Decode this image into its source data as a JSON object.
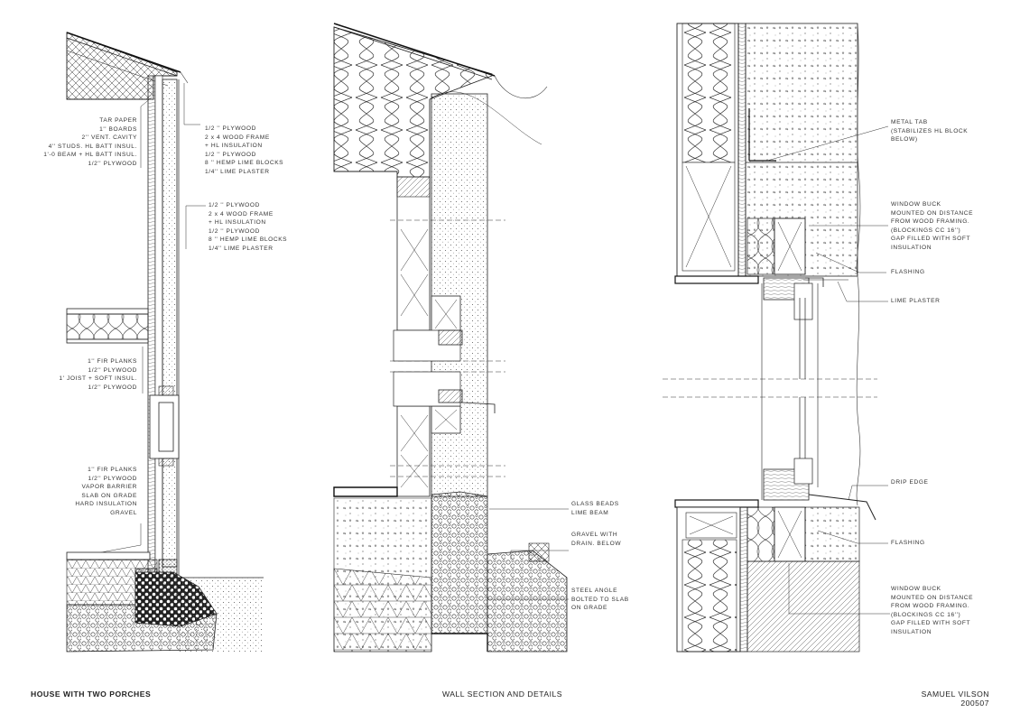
{
  "footer": {
    "project": "HOUSE WITH TWO PORCHES",
    "sheet_title": "WALL SECTION AND DETAILS",
    "author": "SAMUEL VILSON",
    "number": "200507"
  },
  "annotations": {
    "roof_layers": [
      "TAR PAPER",
      "1'' BOARDS",
      "2'' VENT. CAVITY",
      "4'' STUDS. HL BATT INSUL.",
      "1'-0 BEAM + HL BATT INSUL.",
      "1/2'' PLYWOOD"
    ],
    "upper_wall": [
      "1/2 '' PLYWOOD",
      "2 x 4 WOOD FRAME",
      "+ HL INSULATION",
      "1/2 '' PLYWOOD",
      "8 '' HEMP LIME BLOCKS",
      "1/4'' LIME PLASTER"
    ],
    "lower_wall": [
      "1/2 '' PLYWOOD",
      "2 x 4 WOOD FRAME",
      "+ HL INSULATION",
      "1/2 '' PLYWOOD",
      "8 '' HEMP LIME BLOCKS",
      "1/4'' LIME PLASTER"
    ],
    "floor": [
      "1'' FIR PLANKS",
      "1/2'' PLYWOOD",
      "1' JOIST + SOFT INSUL.",
      "1/2'' PLYWOOD"
    ],
    "slab": [
      "1'' FIR PLANKS",
      "1/2'' PLYWOOD",
      "VAPOR BARRIER",
      "SLAB ON GRADE",
      "HARD INSULATION",
      "GRAVEL"
    ],
    "glass_beads": [
      "GLASS BEADS",
      "LIME BEAM"
    ],
    "gravel_drain": [
      "GRAVEL WITH",
      "DRAIN. BELOW"
    ],
    "steel_angle": [
      "STEEL ANGLE",
      "BOLTED TO SLAB",
      "ON GRADE"
    ],
    "metal_tab": [
      "METAL TAB",
      "(STABILIZES HL BLOCK",
      "BELOW)"
    ],
    "window_buck_top": [
      "WINDOW BUCK",
      "MOUNTED ON DISTANCE",
      "FROM WOOD FRAMING.",
      "(BLOCKINGS CC 16'')",
      "GAP FILLED WITH SOFT",
      "INSULATION"
    ],
    "flashing_top": [
      "FLASHING"
    ],
    "lime_plaster": [
      "LIME PLASTER"
    ],
    "drip_edge": [
      "DRIP EDGE"
    ],
    "flashing_bottom": [
      "FLASHING"
    ],
    "window_buck_bottom": [
      "WINDOW BUCK",
      "MOUNTED ON DISTANCE",
      "FROM WOOD FRAMING.",
      "(BLOCKINGS CC 16'')",
      "GAP FILLED WITH SOFT",
      "INSULATION"
    ]
  }
}
